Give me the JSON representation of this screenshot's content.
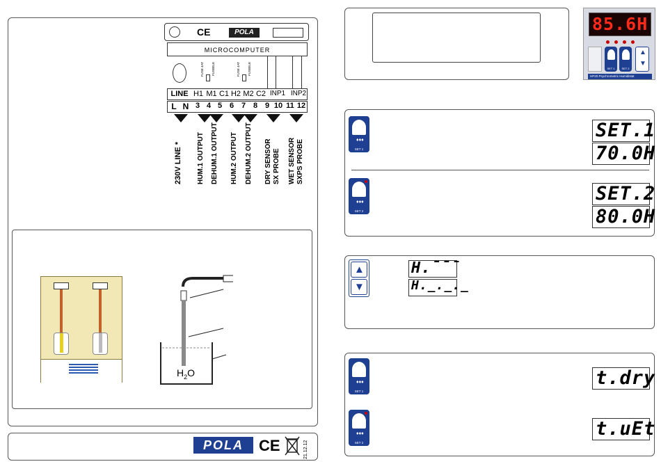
{
  "wiring": {
    "mc_brand": "POLA",
    "microcomputer": "MICROCOMPUTER",
    "fuse1": "FUSE 4AT",
    "fuse1b": "FUSIBILE",
    "fuse2": "FUSE 4AT",
    "fuse2b": "FUSIBILE",
    "groups": [
      "LINE",
      "H1",
      "M1",
      "C1",
      "H2",
      "M2",
      "C2",
      "INP1",
      "INP2"
    ],
    "terminals": [
      "L",
      "N",
      "3",
      "4",
      "5",
      "6",
      "7",
      "8",
      "9",
      "10",
      "11",
      "12"
    ],
    "labels": {
      "line": "230V LINE *",
      "hum1": "HUM.1  OUTPUT",
      "dehum1": "DEHUM.1  OUTPUT",
      "hum2": "HUM.2  OUTPUT",
      "dehum2": "DEHUM.2  OUTPUT",
      "dry1": "DRY SENSOR",
      "dry2": "SX PROBE",
      "wet1": "WET SENSOR",
      "wet2": "SXPS PROBE"
    }
  },
  "probe": {
    "water": "H",
    "water_sub": "2",
    "water_tail": "O"
  },
  "footer": {
    "brand": "POLA",
    "ce": "CE",
    "date": "21.12.12"
  },
  "device": {
    "display": "85.6H",
    "btn1": "SET 1",
    "btn2": "SET 2",
    "model": "HP20  Psychrometric Humidistat"
  },
  "set_section": {
    "set1_label": "SET.1",
    "set1_value": "70.0H",
    "set2_label": "SET.2",
    "set2_value": "80.0H",
    "btn1": "SET 1",
    "btn2": "SET 2"
  },
  "arrow_section": {
    "upper": "H.¯¯¯",
    "lower": "H._._._"
  },
  "probe_section": {
    "dry": "t.dry",
    "wet": "t.uEt",
    "btn1": "SET 1",
    "btn2": "SET 2"
  },
  "colors": {
    "key_blue": "#1f3f93",
    "led_red": "#e01010",
    "pola_blue": "#1f3f93"
  }
}
